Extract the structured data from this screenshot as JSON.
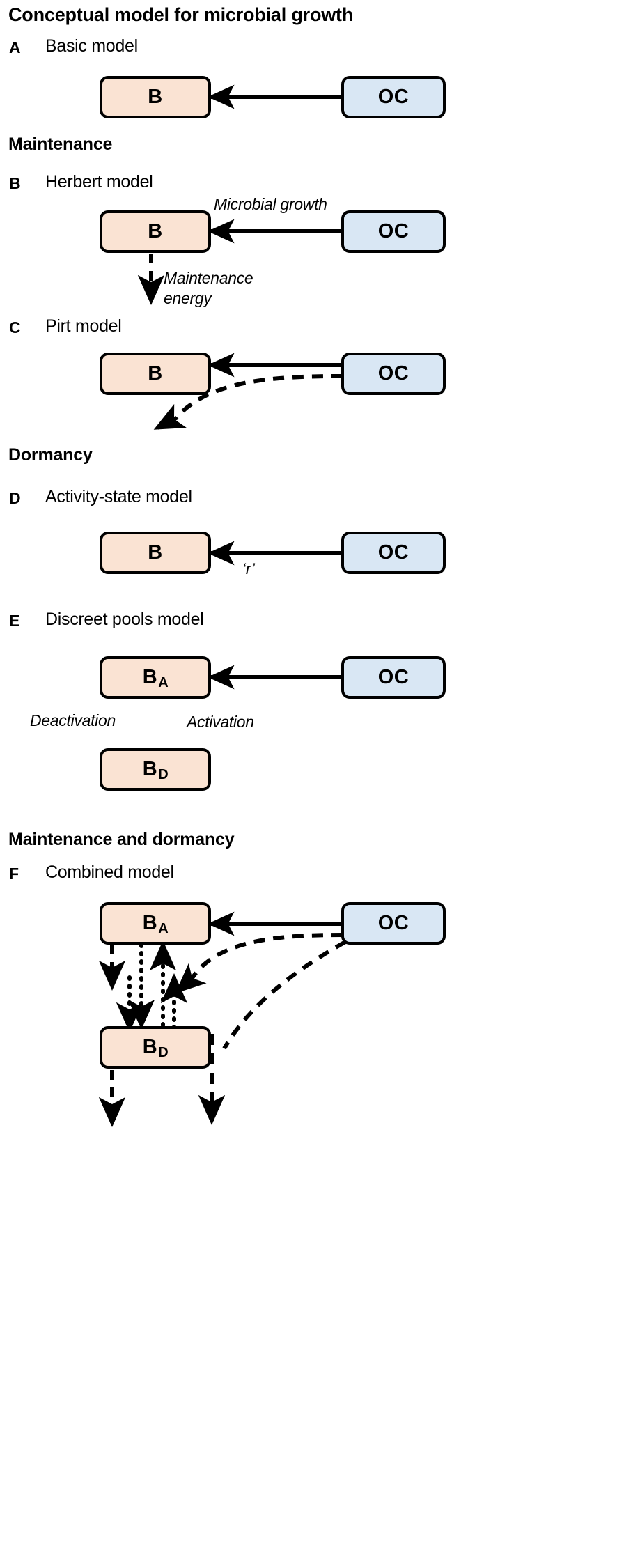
{
  "figure": {
    "title": "Conceptual model for microbial growth",
    "box_fill_biomass": "#fae3d3",
    "box_fill_oc": "#d9e7f4",
    "stroke": "#000000",
    "background": "#ffffff"
  },
  "sections": [
    {
      "heading": "Maintenance"
    },
    {
      "heading": "Dormancy"
    },
    {
      "heading": "Maintenance and dormancy"
    }
  ],
  "panels": [
    {
      "letter": "A",
      "title": "Basic model",
      "nodes": [
        {
          "id": "B",
          "label": "B",
          "sub": "",
          "type": "biomass"
        },
        {
          "id": "OC",
          "label": "OC",
          "sub": "",
          "type": "organic-carbon"
        }
      ],
      "edges": [
        {
          "from": "OC",
          "to": "B",
          "style": "solid",
          "label": ""
        }
      ]
    },
    {
      "letter": "B",
      "title": "Herbert model",
      "nodes": [
        {
          "id": "B",
          "label": "B",
          "sub": "",
          "type": "biomass"
        },
        {
          "id": "OC",
          "label": "OC",
          "sub": "",
          "type": "organic-carbon"
        }
      ],
      "edges": [
        {
          "from": "OC",
          "to": "B",
          "style": "solid",
          "label": "Microbial growth"
        },
        {
          "from": "B",
          "to": "out",
          "style": "dashed",
          "label": "Maintenance\nenergy"
        }
      ]
    },
    {
      "letter": "C",
      "title": "Pirt model",
      "nodes": [
        {
          "id": "B",
          "label": "B",
          "sub": "",
          "type": "biomass"
        },
        {
          "id": "OC",
          "label": "OC",
          "sub": "",
          "type": "organic-carbon"
        }
      ],
      "edges": [
        {
          "from": "OC",
          "to": "B",
          "style": "solid",
          "label": ""
        },
        {
          "from": "OC",
          "to": "out",
          "style": "dashed",
          "label": ""
        }
      ]
    },
    {
      "letter": "D",
      "title": "Activity-state model",
      "nodes": [
        {
          "id": "B",
          "label": "B",
          "sub": "",
          "type": "biomass"
        },
        {
          "id": "OC",
          "label": "OC",
          "sub": "",
          "type": "organic-carbon"
        }
      ],
      "edges": [
        {
          "from": "OC",
          "to": "B",
          "style": "solid",
          "label": "‘r’"
        }
      ]
    },
    {
      "letter": "E",
      "title": "Discreet pools model",
      "nodes": [
        {
          "id": "BA",
          "label": "B",
          "sub": "A",
          "type": "biomass"
        },
        {
          "id": "BD",
          "label": "B",
          "sub": "D",
          "type": "biomass"
        },
        {
          "id": "OC",
          "label": "OC",
          "sub": "",
          "type": "organic-carbon"
        }
      ],
      "edges": [
        {
          "from": "OC",
          "to": "BA",
          "style": "solid",
          "label": ""
        },
        {
          "from": "BA",
          "to": "BD",
          "style": "dotted",
          "label": "Deactivation"
        },
        {
          "from": "BD",
          "to": "BA",
          "style": "dotted",
          "label": "Activation"
        }
      ]
    },
    {
      "letter": "F",
      "title": "Combined model",
      "nodes": [
        {
          "id": "BA",
          "label": "B",
          "sub": "A",
          "type": "biomass"
        },
        {
          "id": "BD",
          "label": "B",
          "sub": "D",
          "type": "biomass"
        },
        {
          "id": "OC",
          "label": "OC",
          "sub": "",
          "type": "organic-carbon"
        }
      ],
      "edges": [
        {
          "from": "OC",
          "to": "BA",
          "style": "solid",
          "label": ""
        },
        {
          "from": "OC",
          "to": "out",
          "style": "dashed",
          "label": ""
        },
        {
          "from": "OC",
          "to": "BD",
          "style": "dashed",
          "label": ""
        },
        {
          "from": "BA",
          "to": "out",
          "style": "dashed",
          "label": ""
        },
        {
          "from": "BA",
          "to": "BD",
          "style": "dotted",
          "label": ""
        },
        {
          "from": "BD",
          "to": "BA",
          "style": "dotted",
          "label": ""
        },
        {
          "from": "BD",
          "to": "out",
          "style": "dashed",
          "label": ""
        }
      ]
    }
  ]
}
